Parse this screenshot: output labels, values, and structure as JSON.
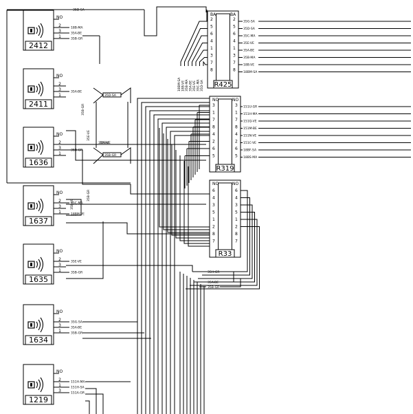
{
  "devices": [
    {
      "id": "2412",
      "pins": [
        "NO",
        "2",
        "3",
        "1"
      ],
      "wires": [
        "",
        "18B-MA",
        "35A-BE",
        "35B-GR"
      ]
    },
    {
      "id": "2411",
      "pins": [
        "NO",
        "2",
        "3",
        "1"
      ],
      "wires": [
        "",
        "",
        "35A-BE",
        ""
      ]
    },
    {
      "id": "1636",
      "pins": [
        "NO",
        "2",
        "3",
        "1"
      ],
      "wires": [
        "",
        "",
        "35B-GR",
        ""
      ]
    },
    {
      "id": "1637",
      "pins": [
        "NO",
        "2",
        "3",
        "1"
      ],
      "wires": [
        "",
        "35C-MA",
        "",
        "18BM-VE"
      ]
    },
    {
      "id": "1635",
      "pins": [
        "NO",
        "2",
        "3",
        "1"
      ],
      "wires": [
        "",
        "35E-VE",
        "",
        "35B-GR"
      ]
    },
    {
      "id": "1634",
      "pins": [
        "NO",
        "2",
        "3",
        "1"
      ],
      "wires": [
        "",
        "35G-SA",
        "35A-BE",
        "35B-GR"
      ]
    },
    {
      "id": "1219",
      "pins": [
        "NO",
        "2",
        "1",
        "3"
      ],
      "wires": [
        "",
        "151H-MA",
        "151H-SA",
        "151A-GR"
      ]
    }
  ],
  "top_wire_label": "35D-SA",
  "relays": [
    {
      "id": "R425",
      "head_left": "BA",
      "head_right": "BA",
      "left_pins": [
        "2",
        "5",
        "6",
        "4",
        "1",
        "3",
        "7",
        "8"
      ],
      "right_pins": [
        "2",
        "5",
        "6",
        "4",
        "1",
        "3",
        "7",
        "8"
      ],
      "out_wires": [
        "35G-SA",
        "35D-SA",
        "35C-MA",
        "35E-VE",
        "35A-BE",
        "35B-MA",
        "18B-VE",
        "18BM-SA"
      ]
    },
    {
      "id": "R319",
      "head_left": "NO",
      "head_right": "NO",
      "left_pins": [
        "3",
        "1",
        "7",
        "8",
        "4",
        "2",
        "6",
        "5"
      ],
      "right_pins": [
        "3",
        "1",
        "7",
        "8",
        "4",
        "2",
        "6",
        "5"
      ],
      "out_wires": [
        "151U-GR",
        "151H-MA",
        "151Q-VE",
        "151M-BE",
        "151N-VE",
        "151C-VE",
        "18BF-SA",
        "18BS-MA"
      ]
    },
    {
      "id": "R33",
      "head_left": "NO",
      "head_right": "NO",
      "left_pins": [
        "6",
        "4",
        "3",
        "5",
        "1",
        "2",
        "8",
        "7"
      ],
      "right_pins": [
        "6",
        "4",
        "3",
        "5",
        "1",
        "2",
        "8",
        "7"
      ],
      "out_wires": []
    }
  ],
  "vertical_labels": [
    "18BM-SA",
    "18B-VE",
    "35B-MA",
    "35A-BE",
    "35E-VE",
    "35C-MA",
    "35D-SA"
  ],
  "inline_labels": {
    "junction_upper": "35D-SA",
    "junction_lower": "35B-GR",
    "mid_1": "35A-BE",
    "mid_2": "35E-VE",
    "mid_3": "35B-GR",
    "mid_4": "35E-VE",
    "bottom_1": "35H-GR",
    "bottom_2": "35A-BE",
    "bottom_3": "35B-GR"
  }
}
